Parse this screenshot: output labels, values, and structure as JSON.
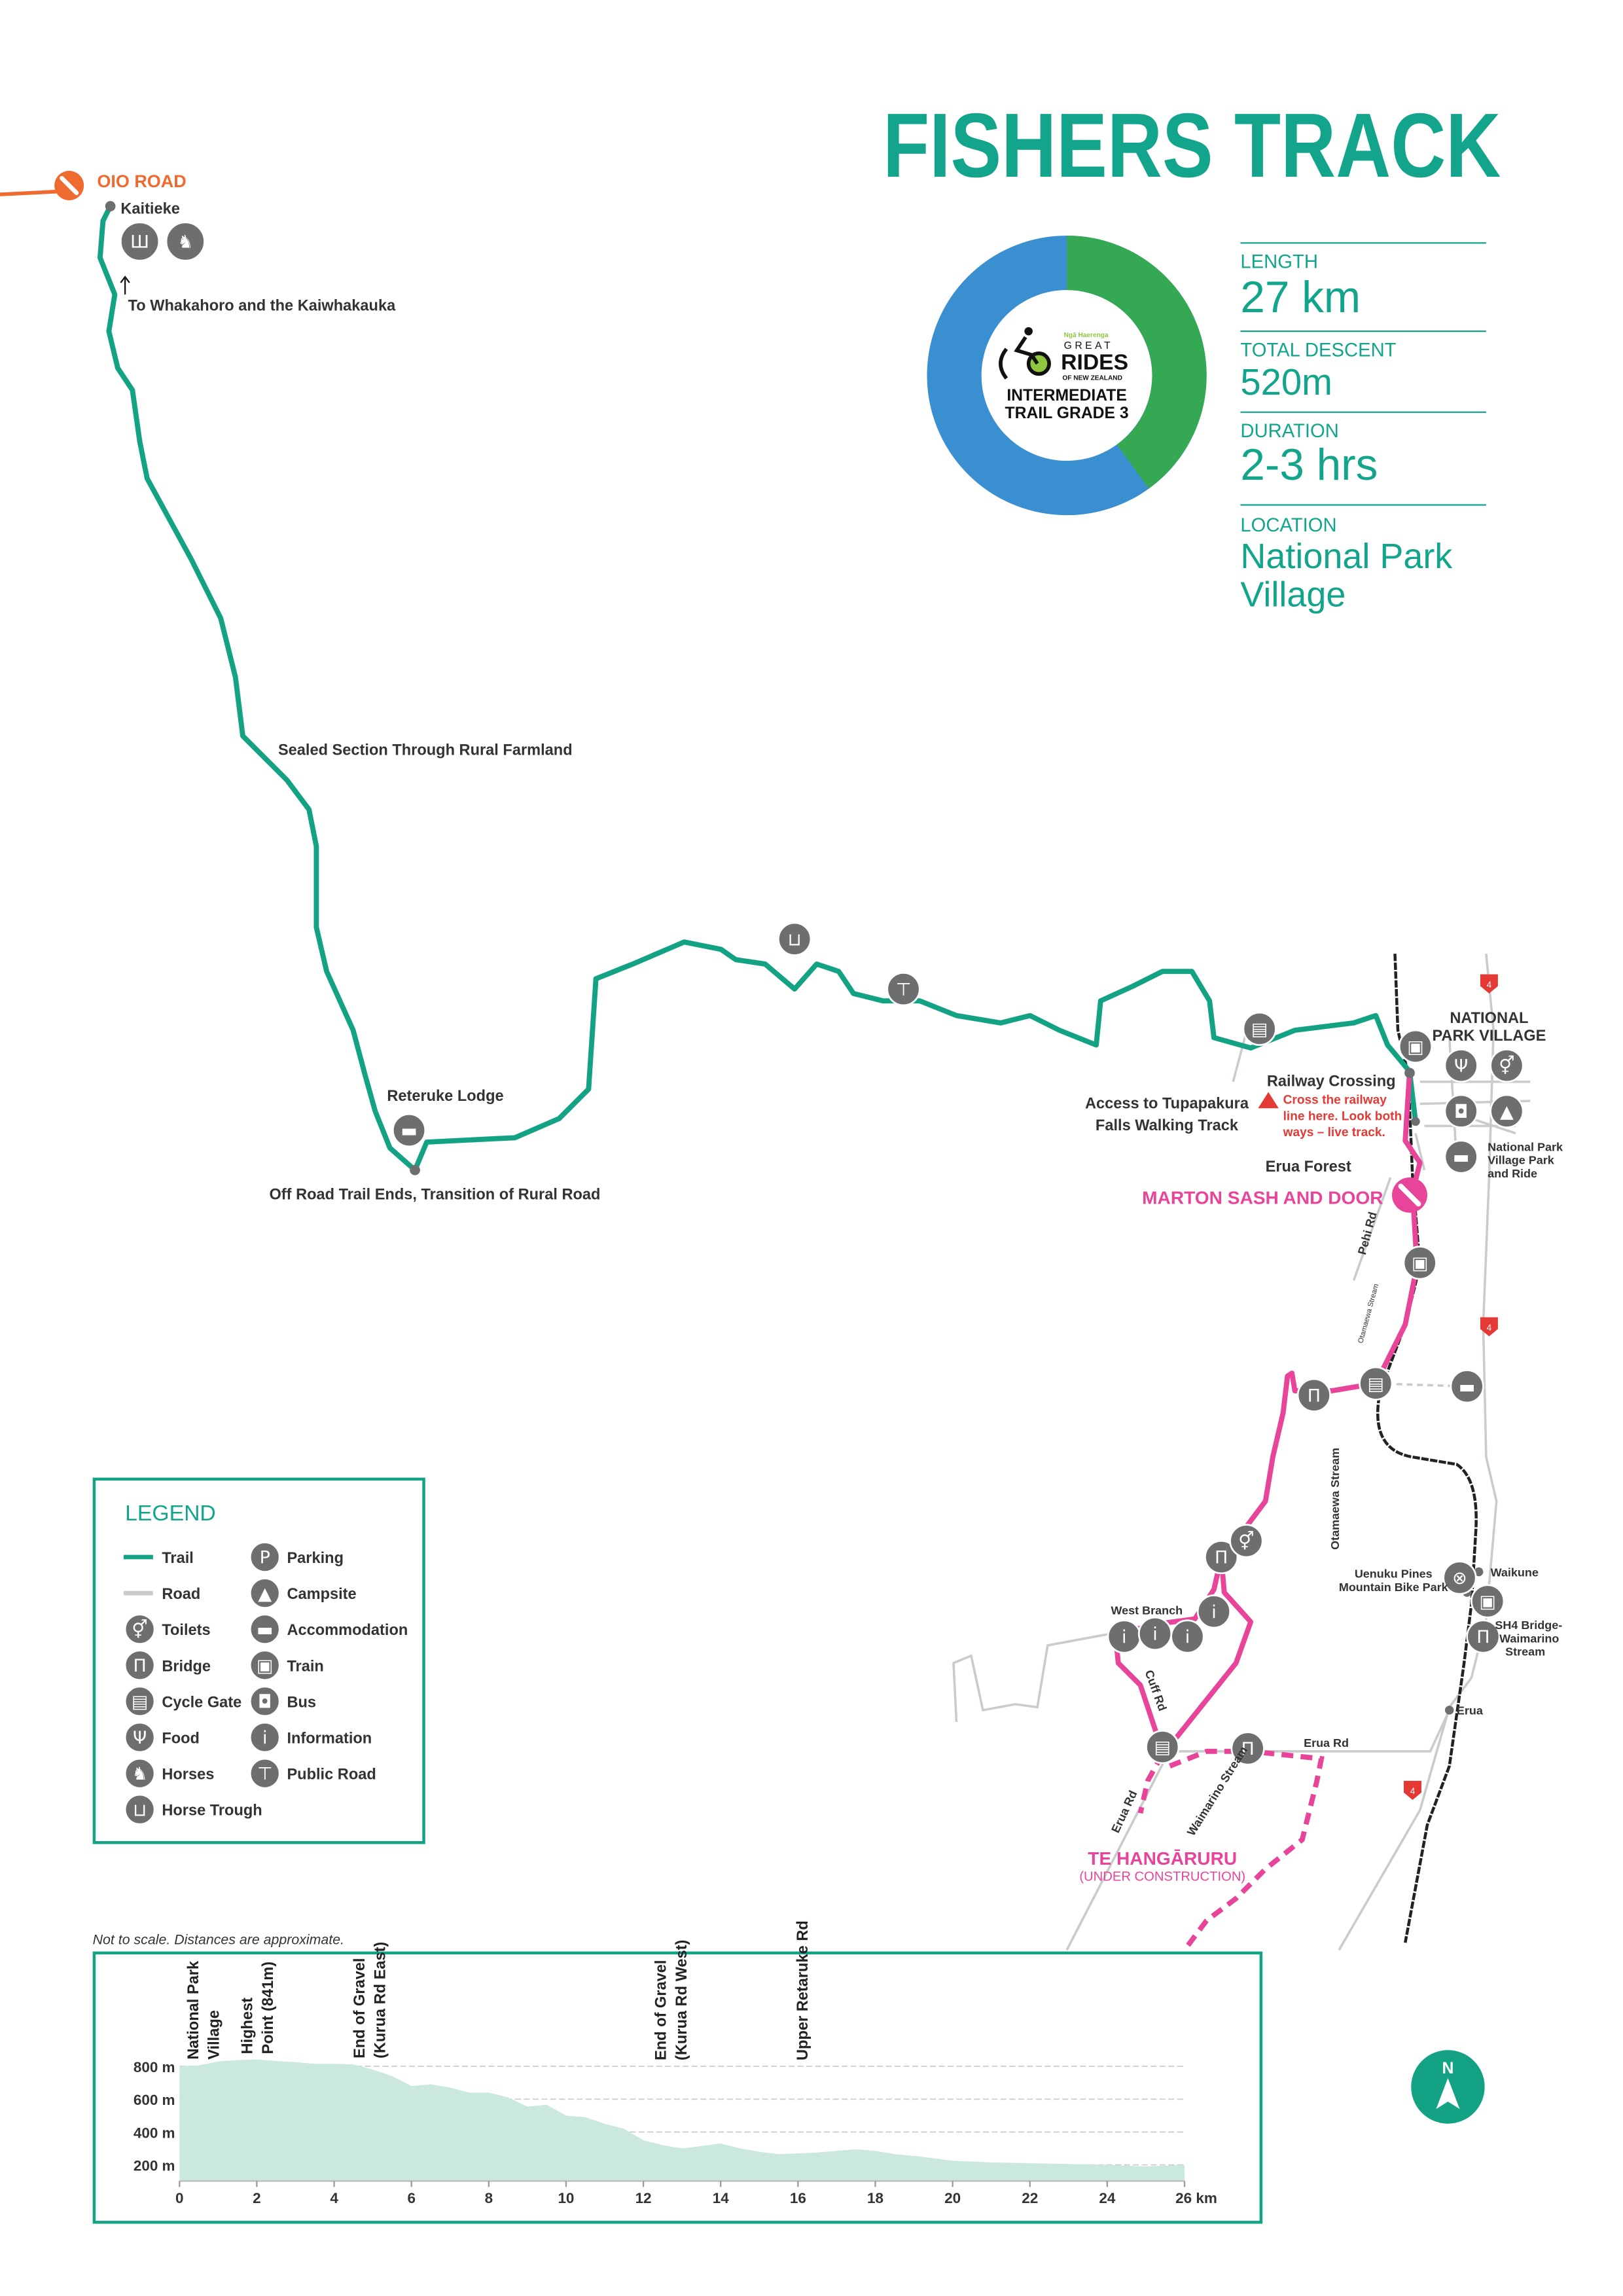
{
  "title": "FISHERS TRACK",
  "colors": {
    "trail": "#13a384",
    "pink": "#e8459a",
    "orange": "#ef6a2e",
    "road": "#c9cccd",
    "icon": "#6d6e70",
    "ring_green": "#35a853",
    "ring_blue": "#3a8fd1",
    "profile_fill": "#cbe8de",
    "warning": "#e53935"
  },
  "badge": {
    "brand_top": "Ngā Haerenga",
    "brand_great": "GREAT",
    "brand_rides": "RIDES",
    "brand_sub": "OF NEW ZEALAND",
    "grade_line1": "INTERMEDIATE",
    "grade_line2": "TRAIL GRADE 3",
    "ring_green_fraction": 0.4
  },
  "stats": [
    {
      "label": "LENGTH",
      "value": "27 km"
    },
    {
      "label": "TOTAL DESCENT",
      "value": "520m"
    },
    {
      "label": "DURATION",
      "value": "2-3 hrs"
    },
    {
      "label": "LOCATION",
      "value_line1": "National Park",
      "value_line2": "Village"
    }
  ],
  "map": {
    "oio_road": "OIO ROAD",
    "kaitieke": "Kaitieke",
    "to_whakahoro": "To Whakahoro and the Kaiwhakauka",
    "sealed_section": "Sealed Section Through Rural Farmland",
    "reteruke_lodge": "Reteruke Lodge",
    "off_road_ends": "Off Road Trail Ends, Transition of Rural Road",
    "access_line1": "Access to Tupapakura",
    "access_line2": "Falls Walking Track",
    "railway_crossing": "Railway Crossing",
    "warning_line1": "Cross the railway",
    "warning_line2": "line here. Look both",
    "warning_line3": "ways – live track.",
    "npv_line1": "NATIONAL",
    "npv_line2": "PARK VILLAGE",
    "park_ride_line1": "National Park",
    "park_ride_line2": "Village Park",
    "park_ride_line3": "and Ride",
    "erua_forest": "Erua Forest",
    "marton": "MARTON SASH AND DOOR",
    "pehi_rd": "Pehi Rd",
    "otamaewa_1": "Otamaewa Stream",
    "otamaewa_2": "Otamaewa Stream",
    "uenuku_line1": "Uenuku Pines",
    "uenuku_line2": "Mountain Bike Park",
    "waikune": "Waikune",
    "sh4_line1": "SH4 Bridge-",
    "sh4_line2": "Waimarino",
    "sh4_line3": "Stream",
    "erua": "Erua",
    "west_branch": "West Branch",
    "cuff_rd": "Cuff Rd",
    "erua_rd_h": "Erua Rd",
    "erua_rd_v": "Erua Rd",
    "waimarino_stream": "Waimarino Stream",
    "te_hangaruru": "TE HANGĀRURU",
    "under_construction": "(UNDER CONSTRUCTION)",
    "sh_number": "4"
  },
  "legend": {
    "title": "LEGEND",
    "left": [
      {
        "icon": "trail",
        "label": "Trail"
      },
      {
        "icon": "road",
        "label": "Road"
      },
      {
        "icon": "toilets",
        "label": "Toilets"
      },
      {
        "icon": "bridge",
        "label": "Bridge"
      },
      {
        "icon": "cycle-gate",
        "label": "Cycle Gate"
      },
      {
        "icon": "food",
        "label": "Food"
      },
      {
        "icon": "horses",
        "label": "Horses"
      },
      {
        "icon": "horse-trough",
        "label": "Horse Trough"
      }
    ],
    "right": [
      {
        "icon": "parking",
        "label": "Parking"
      },
      {
        "icon": "campsite",
        "label": "Campsite"
      },
      {
        "icon": "accommodation",
        "label": "Accommodation"
      },
      {
        "icon": "train",
        "label": "Train"
      },
      {
        "icon": "bus",
        "label": "Bus"
      },
      {
        "icon": "information",
        "label": "Information"
      },
      {
        "icon": "public-road",
        "label": "Public Road"
      }
    ]
  },
  "note": "Not to scale. Distances are approximate.",
  "north": "N",
  "chart_data": {
    "type": "area",
    "title": "",
    "xlabel": "km",
    "ylabel": "",
    "xlim": [
      0,
      26
    ],
    "ylim": [
      100,
      900
    ],
    "grid": true,
    "x_ticks": [
      0,
      2,
      4,
      6,
      8,
      10,
      12,
      14,
      16,
      18,
      20,
      22,
      24,
      26
    ],
    "x_tick_labels": [
      "0",
      "2",
      "4",
      "6",
      "8",
      "10",
      "12",
      "14",
      "16",
      "18",
      "20",
      "22",
      "24",
      "26 km"
    ],
    "y_ticks": [
      200,
      400,
      600,
      800
    ],
    "y_tick_labels": [
      "200 m",
      "400 m",
      "600 m",
      "800 m"
    ],
    "series": [
      {
        "name": "Elevation",
        "x": [
          0,
          0.5,
          1,
          1.5,
          2,
          2.5,
          3,
          3.5,
          4,
          4.5,
          5,
          5.5,
          6,
          6.5,
          7,
          7.5,
          8,
          8.5,
          9,
          9.5,
          10,
          10.5,
          11,
          11.5,
          12,
          12.5,
          13,
          13.5,
          14,
          14.5,
          15,
          15.5,
          16,
          16.5,
          17,
          17.5,
          18,
          18.5,
          19,
          19.5,
          20,
          21,
          22,
          23,
          24,
          25,
          26
        ],
        "y": [
          800,
          805,
          830,
          838,
          841,
          832,
          825,
          815,
          815,
          812,
          780,
          740,
          680,
          690,
          670,
          640,
          640,
          610,
          555,
          565,
          500,
          490,
          450,
          420,
          350,
          320,
          300,
          315,
          330,
          300,
          280,
          265,
          270,
          275,
          285,
          295,
          285,
          265,
          255,
          240,
          225,
          215,
          210,
          205,
          200,
          190,
          200
        ]
      }
    ],
    "annotations": [
      {
        "km": 0.6,
        "lines": [
          "National Park",
          "Village"
        ]
      },
      {
        "km": 2.0,
        "lines": [
          "Highest",
          "Point (841m)"
        ]
      },
      {
        "km": 4.9,
        "lines": [
          "End of Gravel",
          "(Kurua Rd East)"
        ]
      },
      {
        "km": 12.7,
        "lines": [
          "End of Gravel",
          "(Kurua Rd West)"
        ]
      },
      {
        "km": 16.1,
        "lines": [
          "Upper Retaruke Rd"
        ]
      }
    ]
  }
}
